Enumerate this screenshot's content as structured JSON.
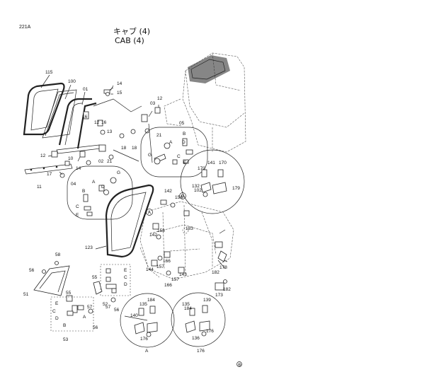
{
  "page_code": "221A",
  "title_jp": "キャブ (4)",
  "title_en": "CAB (4)",
  "footer_mark": "⊛",
  "callout_letters": {
    "a": "A",
    "b": "B"
  },
  "part_labels": [
    "115",
    "100",
    "01",
    "14",
    "15",
    "12",
    "03",
    "16",
    "12",
    "16",
    "13",
    "18",
    "18",
    "21",
    "05",
    "B",
    "D",
    "A",
    "G",
    "C",
    "E",
    "12",
    "10",
    "02",
    "21",
    "14",
    "17",
    "11",
    "04",
    "G",
    "D",
    "A",
    "B",
    "C",
    "E",
    "170",
    "141",
    "170",
    "132",
    "102",
    "179",
    "142",
    "158",
    "183",
    "158",
    "142",
    "123",
    "144",
    "157",
    "166",
    "143",
    "157",
    "166",
    "182",
    "178",
    "182",
    "173",
    "58",
    "56",
    "51",
    "55",
    "55",
    "E",
    "C",
    "D",
    "B",
    "52",
    "57",
    "56",
    "E",
    "C",
    "D",
    "A",
    "57",
    "56",
    "53",
    "184",
    "135",
    "140",
    "176",
    "184",
    "135",
    "136",
    "176",
    "A",
    "139",
    "176",
    "B"
  ]
}
